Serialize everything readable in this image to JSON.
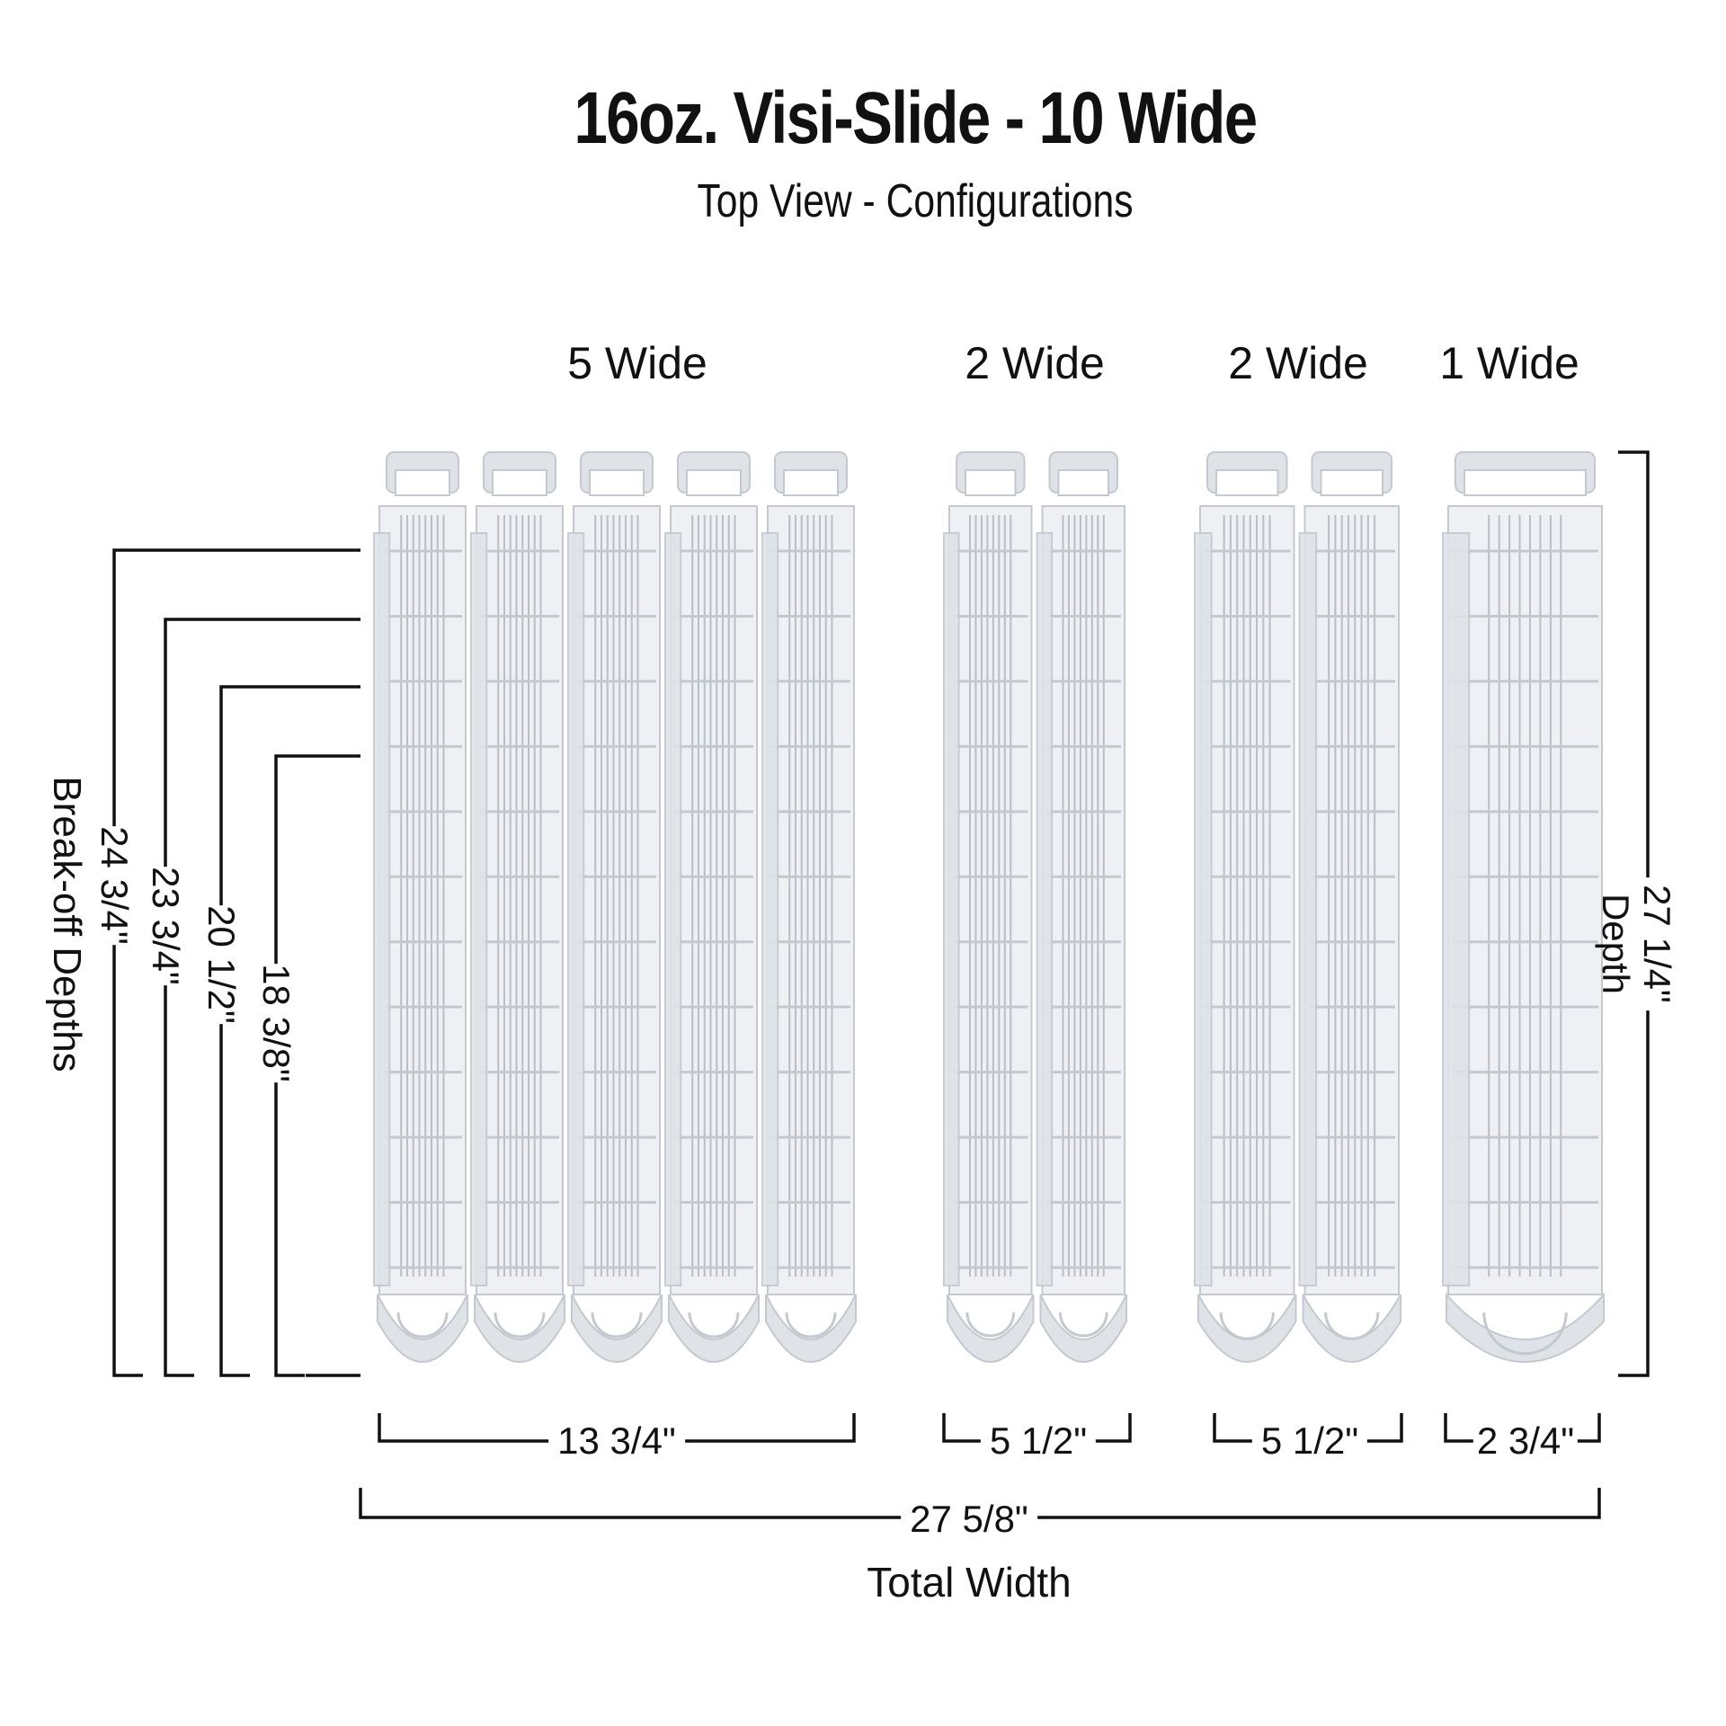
{
  "title": "16oz. Visi-Slide - 10 Wide",
  "subtitle": "Top View - Configurations",
  "configurations": [
    {
      "label": "5 Wide",
      "width": "13 3/4\"",
      "count": 5
    },
    {
      "label": "2 Wide",
      "width": "5 1/2\"",
      "count": 2
    },
    {
      "label": "2 Wide",
      "width": "5 1/2\"",
      "count": 2
    },
    {
      "label": "1 Wide",
      "width": "2 3/4\"",
      "count": 1
    }
  ],
  "depth": {
    "value": "27 1/4\"",
    "label": "Depth"
  },
  "breakoff": {
    "label": "Break-off Depths",
    "values": [
      "24 3/4\"",
      "23 3/4\"",
      "20 1/2\"",
      "18 3/8\""
    ]
  },
  "total": {
    "value": "27 5/8\"",
    "label": "Total Width"
  },
  "colors": {
    "tray": "#dfe3e8",
    "tray_edge": "#c4c9cf",
    "line": "#111111"
  }
}
